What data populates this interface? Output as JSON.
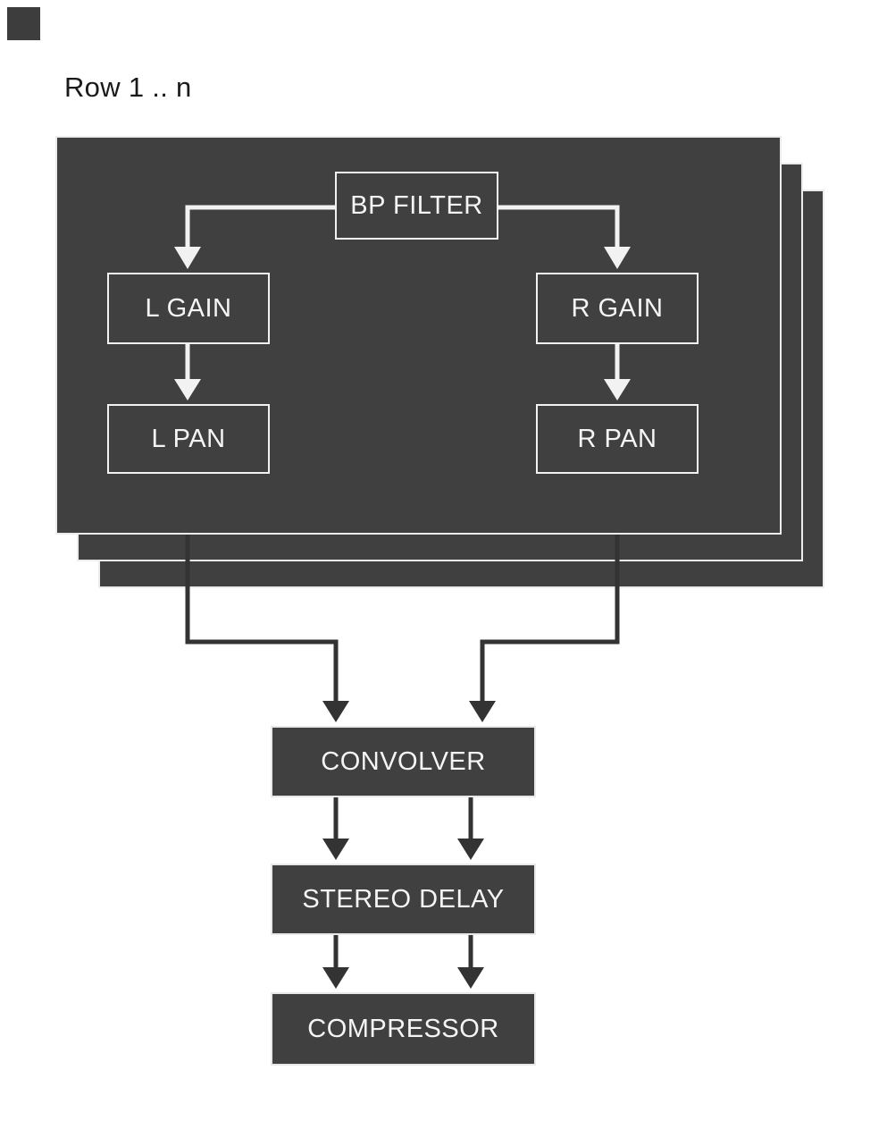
{
  "row_label": "Row 1 .. n",
  "colors": {
    "panel": "#404040",
    "box_border": "#f2f2f2",
    "box_text": "#f5f5f5",
    "arrow_light": "#f2f2f2",
    "arrow_dark": "#333333",
    "label_text": "#1a1a1a",
    "page_bg": "#ffffff"
  },
  "nodes": {
    "bp_filter": "BP FILTER",
    "l_gain": "L GAIN",
    "r_gain": "R GAIN",
    "l_pan": "L PAN",
    "r_pan": "R PAN",
    "convolver": "CONVOLVER",
    "stereo_delay": "STEREO DELAY",
    "compressor": "COMPRESSOR"
  },
  "edges": [
    {
      "from": "bp_filter",
      "to": "l_gain"
    },
    {
      "from": "bp_filter",
      "to": "r_gain"
    },
    {
      "from": "l_gain",
      "to": "l_pan"
    },
    {
      "from": "r_gain",
      "to": "r_pan"
    },
    {
      "from": "l_pan",
      "to": "convolver"
    },
    {
      "from": "r_pan",
      "to": "convolver"
    },
    {
      "from": "convolver",
      "to": "stereo_delay",
      "channels": 2
    },
    {
      "from": "stereo_delay",
      "to": "compressor",
      "channels": 2
    }
  ]
}
